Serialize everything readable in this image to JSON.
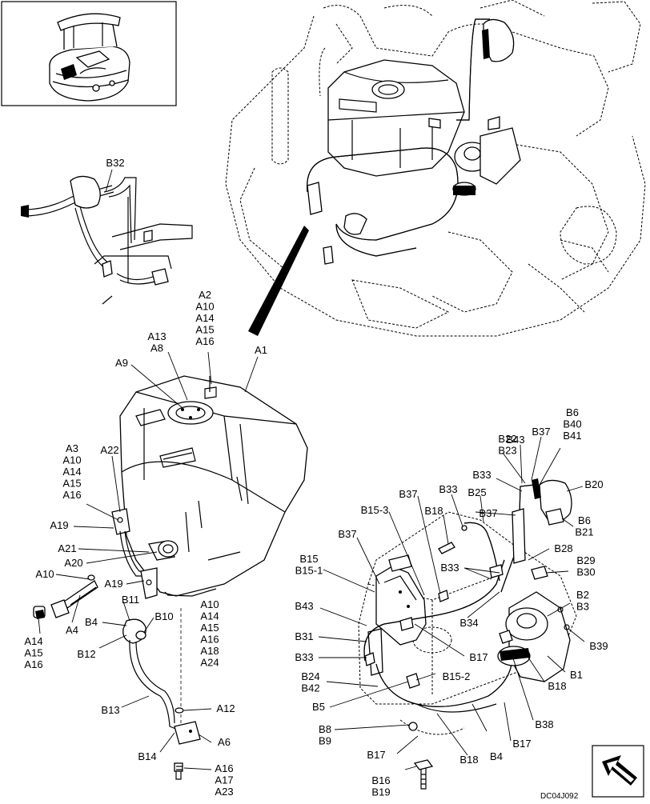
{
  "drawing_code": "DC04J092",
  "callouts": [
    {
      "id": "c_b32",
      "lines": [
        "B32"
      ]
    },
    {
      "id": "c_a2",
      "lines": [
        "A2",
        "A10",
        "A14",
        "A15",
        "A16"
      ]
    },
    {
      "id": "c_a13",
      "lines": [
        "A13",
        "A8"
      ]
    },
    {
      "id": "c_a9",
      "lines": [
        "A9"
      ]
    },
    {
      "id": "c_a1",
      "lines": [
        "A1"
      ]
    },
    {
      "id": "c_a3",
      "lines": [
        "A3",
        "A10",
        "A14",
        "A15",
        "A16"
      ]
    },
    {
      "id": "c_a22",
      "lines": [
        "A22"
      ]
    },
    {
      "id": "c_a19a",
      "lines": [
        "A19"
      ]
    },
    {
      "id": "c_a21",
      "lines": [
        "A21"
      ]
    },
    {
      "id": "c_a20",
      "lines": [
        "A20"
      ]
    },
    {
      "id": "c_a10",
      "lines": [
        "A10"
      ]
    },
    {
      "id": "c_a19b",
      "lines": [
        "A19"
      ]
    },
    {
      "id": "c_a4",
      "lines": [
        "A4"
      ]
    },
    {
      "id": "c_a14",
      "lines": [
        "A14",
        "A15",
        "A16"
      ]
    },
    {
      "id": "c_b11",
      "lines": [
        "B11"
      ]
    },
    {
      "id": "c_b4a",
      "lines": [
        "B4"
      ]
    },
    {
      "id": "c_b10",
      "lines": [
        "B10"
      ]
    },
    {
      "id": "c_a10b",
      "lines": [
        "A10",
        "A14",
        "A15",
        "A16",
        "A18",
        "A24"
      ]
    },
    {
      "id": "c_b12",
      "lines": [
        "B12"
      ]
    },
    {
      "id": "c_b13",
      "lines": [
        "B13"
      ]
    },
    {
      "id": "c_a12",
      "lines": [
        "A12"
      ]
    },
    {
      "id": "c_b14",
      "lines": [
        "B14"
      ]
    },
    {
      "id": "c_a6",
      "lines": [
        "A6"
      ]
    },
    {
      "id": "c_a16",
      "lines": [
        "A16",
        "A17",
        "A23"
      ]
    },
    {
      "id": "c_b6",
      "lines": [
        "B6",
        "B40",
        "B41"
      ]
    },
    {
      "id": "c_b37a",
      "lines": [
        "B37"
      ]
    },
    {
      "id": "c_b22",
      "lines": [
        "B22",
        "B23"
      ]
    },
    {
      "id": "c_b43a",
      "lines": [
        "B43"
      ]
    },
    {
      "id": "c_b33a",
      "lines": [
        "B33"
      ]
    },
    {
      "id": "c_b20",
      "lines": [
        "B20"
      ]
    },
    {
      "id": "c_b37b",
      "lines": [
        "B37"
      ]
    },
    {
      "id": "c_b33b",
      "lines": [
        "B33"
      ]
    },
    {
      "id": "c_b25",
      "lines": [
        "B25"
      ]
    },
    {
      "id": "c_b153",
      "lines": [
        "B15-3"
      ]
    },
    {
      "id": "c_b18a",
      "lines": [
        "B18"
      ]
    },
    {
      "id": "c_b37c",
      "lines": [
        "B37"
      ]
    },
    {
      "id": "c_b6b",
      "lines": [
        "B6",
        "B21"
      ]
    },
    {
      "id": "c_b37d",
      "lines": [
        "B37"
      ]
    },
    {
      "id": "c_b28",
      "lines": [
        "B28"
      ]
    },
    {
      "id": "c_b15",
      "lines": [
        "B15",
        "B15-1"
      ]
    },
    {
      "id": "c_b29",
      "lines": [
        "B29",
        "B30"
      ]
    },
    {
      "id": "c_b33c",
      "lines": [
        "B33"
      ]
    },
    {
      "id": "c_b43b",
      "lines": [
        "B43"
      ]
    },
    {
      "id": "c_b34",
      "lines": [
        "B34"
      ]
    },
    {
      "id": "c_b2",
      "lines": [
        "B2",
        "B3"
      ]
    },
    {
      "id": "c_b31",
      "lines": [
        "B31"
      ]
    },
    {
      "id": "c_b39",
      "lines": [
        "B39"
      ]
    },
    {
      "id": "c_b33d",
      "lines": [
        "B33"
      ]
    },
    {
      "id": "c_b17a",
      "lines": [
        "B17"
      ]
    },
    {
      "id": "c_b1",
      "lines": [
        "B1"
      ]
    },
    {
      "id": "c_b152",
      "lines": [
        "B15-2"
      ]
    },
    {
      "id": "c_b18b",
      "lines": [
        "B18"
      ]
    },
    {
      "id": "c_b24",
      "lines": [
        "B24",
        "B42"
      ]
    },
    {
      "id": "c_b5",
      "lines": [
        "B5"
      ]
    },
    {
      "id": "c_b38",
      "lines": [
        "B38"
      ]
    },
    {
      "id": "c_b8",
      "lines": [
        "B8",
        "B9"
      ]
    },
    {
      "id": "c_b17b",
      "lines": [
        "B17"
      ]
    },
    {
      "id": "c_b18c",
      "lines": [
        "B18"
      ]
    },
    {
      "id": "c_b4b",
      "lines": [
        "B4"
      ]
    },
    {
      "id": "c_b17c",
      "lines": [
        "B17"
      ]
    },
    {
      "id": "c_b16",
      "lines": [
        "B16",
        "B19"
      ]
    }
  ]
}
